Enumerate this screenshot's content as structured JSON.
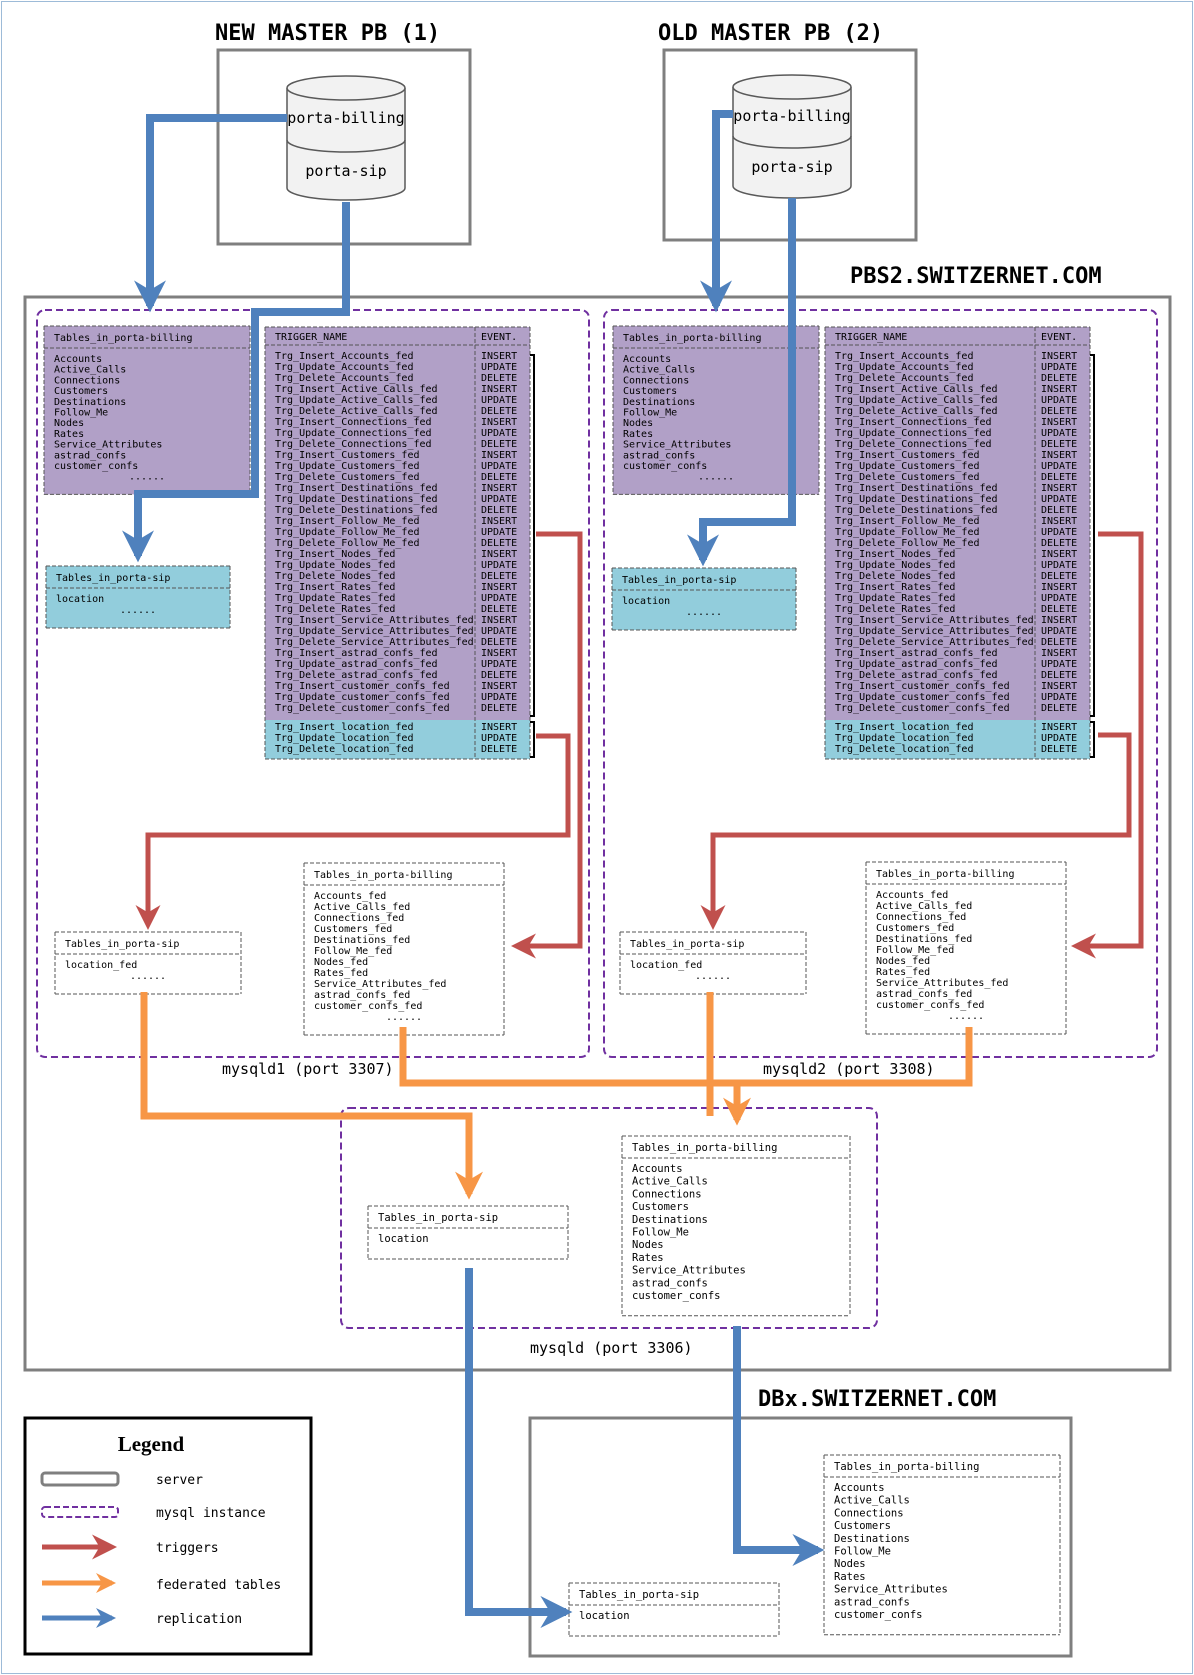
{
  "servers": {
    "new_master": "NEW MASTER PB (1)",
    "old_master": "OLD MASTER PB (2)",
    "pbs2": "PBS2.SWITZERNET.COM",
    "dbx": "DBx.SWITZERNET.COM"
  },
  "databases": {
    "billing": "porta-billing",
    "sip": "porta-sip"
  },
  "instances": {
    "mysqld1": "mysqld1 (port 3307)",
    "mysqld2": "mysqld2 (port 3308)",
    "mysqld": "mysqld (port 3306)"
  },
  "billing_header": "Tables_in_porta-billing",
  "sip_header": "Tables_in_porta-sip",
  "ellipsis": "......",
  "billing_tables": [
    "Accounts",
    "Active_Calls",
    "Connections",
    "Customers",
    "Destinations",
    "Follow_Me",
    "Nodes",
    "Rates",
    "Service_Attributes",
    "astrad_confs",
    "customer_confs"
  ],
  "fed_billing_tables": [
    "Accounts_fed",
    "Active_Calls_fed",
    "Connections_fed",
    "Customers_fed",
    "Destinations_fed",
    "Follow_Me_fed",
    "Nodes_fed",
    "Rates_fed",
    "Service_Attributes_fed",
    "astrad_confs_fed",
    "customer_confs_fed"
  ],
  "sip_tables": [
    "location"
  ],
  "fed_sip_tables": [
    "location_fed"
  ],
  "trigger_header": {
    "name": "TRIGGER_NAME",
    "event": "EVENT."
  },
  "triggers": [
    [
      "Trg_Insert_Accounts_fed",
      "INSERT"
    ],
    [
      "Trg_Update_Accounts_fed",
      "UPDATE"
    ],
    [
      "Trg_Delete_Accounts_fed",
      "DELETE"
    ],
    [
      "Trg_Insert_Active_Calls_fed",
      "INSERT"
    ],
    [
      "Trg_Update_Active_Calls_fed",
      "UPDATE"
    ],
    [
      "Trg_Delete_Active_Calls_fed",
      "DELETE"
    ],
    [
      "Trg_Insert_Connections_fed",
      "INSERT"
    ],
    [
      "Trg_Update_Connections_fed",
      "UPDATE"
    ],
    [
      "Trg_Delete_Connections_fed",
      "DELETE"
    ],
    [
      "Trg_Insert_Customers_fed",
      "INSERT"
    ],
    [
      "Trg_Update_Customers_fed",
      "UPDATE"
    ],
    [
      "Trg_Delete_Customers_fed",
      "DELETE"
    ],
    [
      "Trg_Insert_Destinations_fed",
      "INSERT"
    ],
    [
      "Trg_Update_Destinations_fed",
      "UPDATE"
    ],
    [
      "Trg_Delete_Destinations_fed",
      "DELETE"
    ],
    [
      "Trg_Insert_Follow_Me_fed",
      "INSERT"
    ],
    [
      "Trg_Update_Follow_Me_fed",
      "UPDATE"
    ],
    [
      "Trg_Delete_Follow_Me_fed",
      "DELETE"
    ],
    [
      "Trg_Insert_Nodes_fed",
      "INSERT"
    ],
    [
      "Trg_Update_Nodes_fed",
      "UPDATE"
    ],
    [
      "Trg_Delete_Nodes_fed",
      "DELETE"
    ],
    [
      "Trg_Insert_Rates_fed",
      "INSERT"
    ],
    [
      "Trg_Update_Rates_fed",
      "UPDATE"
    ],
    [
      "Trg_Delete_Rates_fed",
      "DELETE"
    ],
    [
      "Trg_Insert_Service_Attributes_fed",
      "INSERT"
    ],
    [
      "Trg_Update_Service_Attributes_fed",
      "UPDATE"
    ],
    [
      "Trg_Delete_Service_Attributes_fed",
      "DELETE"
    ],
    [
      "Trg_Insert_astrad_confs_fed",
      "INSERT"
    ],
    [
      "Trg_Update_astrad_confs_fed",
      "UPDATE"
    ],
    [
      "Trg_Delete_astrad_confs_fed",
      "DELETE"
    ],
    [
      "Trg_Insert_customer_confs_fed",
      "INSERT"
    ],
    [
      "Trg_Update_customer_confs_fed",
      "UPDATE"
    ],
    [
      "Trg_Delete_customer_confs_fed",
      "DELETE"
    ]
  ],
  "location_triggers": [
    [
      "Trg_Insert_location_fed",
      "INSERT"
    ],
    [
      "Trg_Update_location_fed",
      "UPDATE"
    ],
    [
      "Trg_Delete_location_fed",
      "DELETE"
    ]
  ],
  "legend": {
    "title": "Legend",
    "server": "server",
    "mysql_instance": "mysql instance",
    "triggers": "triggers",
    "federated": "federated tables",
    "replication": "replication"
  },
  "colors": {
    "purple_fill": "#b1a0c7",
    "cyan_fill": "#92cddc",
    "replication": "#4f81bd",
    "triggers": "#c0504d",
    "federated": "#f79646",
    "instance_border": "#7030a0",
    "server_border": "#7f7f7f"
  }
}
